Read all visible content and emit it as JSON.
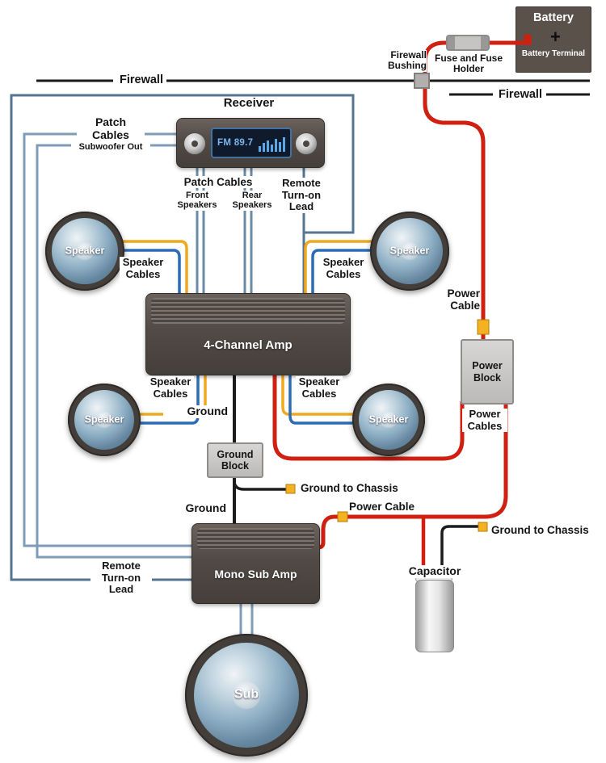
{
  "title": "Car audio amplifier wiring diagram",
  "colors": {
    "power_cable_red": "#cf2012",
    "speaker_wire_yellow": "#f0a81f",
    "speaker_wire_blue": "#2a6db5",
    "patch_cable_steel": "#7e9cb6",
    "ground_black": "#1c1c1c",
    "connector_yellow": "#f4b223"
  },
  "battery": {
    "label": "Battery",
    "plus": "+",
    "terminal_label": "Battery Terminal"
  },
  "fuse_holder": {
    "label": "Fuse and Fuse Holder"
  },
  "firewall": {
    "label_left": "Firewall",
    "label_right": "Firewall",
    "bushing_label": "Firewall Bushing"
  },
  "receiver": {
    "label": "Receiver",
    "display": "FM 89.7"
  },
  "labels": {
    "patch_left_title": "Patch Cables",
    "patch_left_sub": "Subwoofer Out",
    "patch_bottom_title": "Patch Cables",
    "patch_front": "Front Speakers",
    "patch_rear": "Rear Speakers",
    "remote_top": "Remote Turn-on Lead",
    "remote_bottom": "Remote Turn-on Lead",
    "speaker_cables": "Speaker Cables",
    "ground": "Ground",
    "ground_block": "Ground Block",
    "ground_chassis": "Ground to Chassis",
    "power_cable": "Power Cable",
    "power_block": "Power Block",
    "power_cables": "Power Cables",
    "capacitor": "Capacitor"
  },
  "speakers": {
    "label": "Speaker",
    "sub_label": "Sub"
  },
  "amps": {
    "four_channel": "4-Channel Amp",
    "mono_sub": "Mono Sub Amp"
  }
}
